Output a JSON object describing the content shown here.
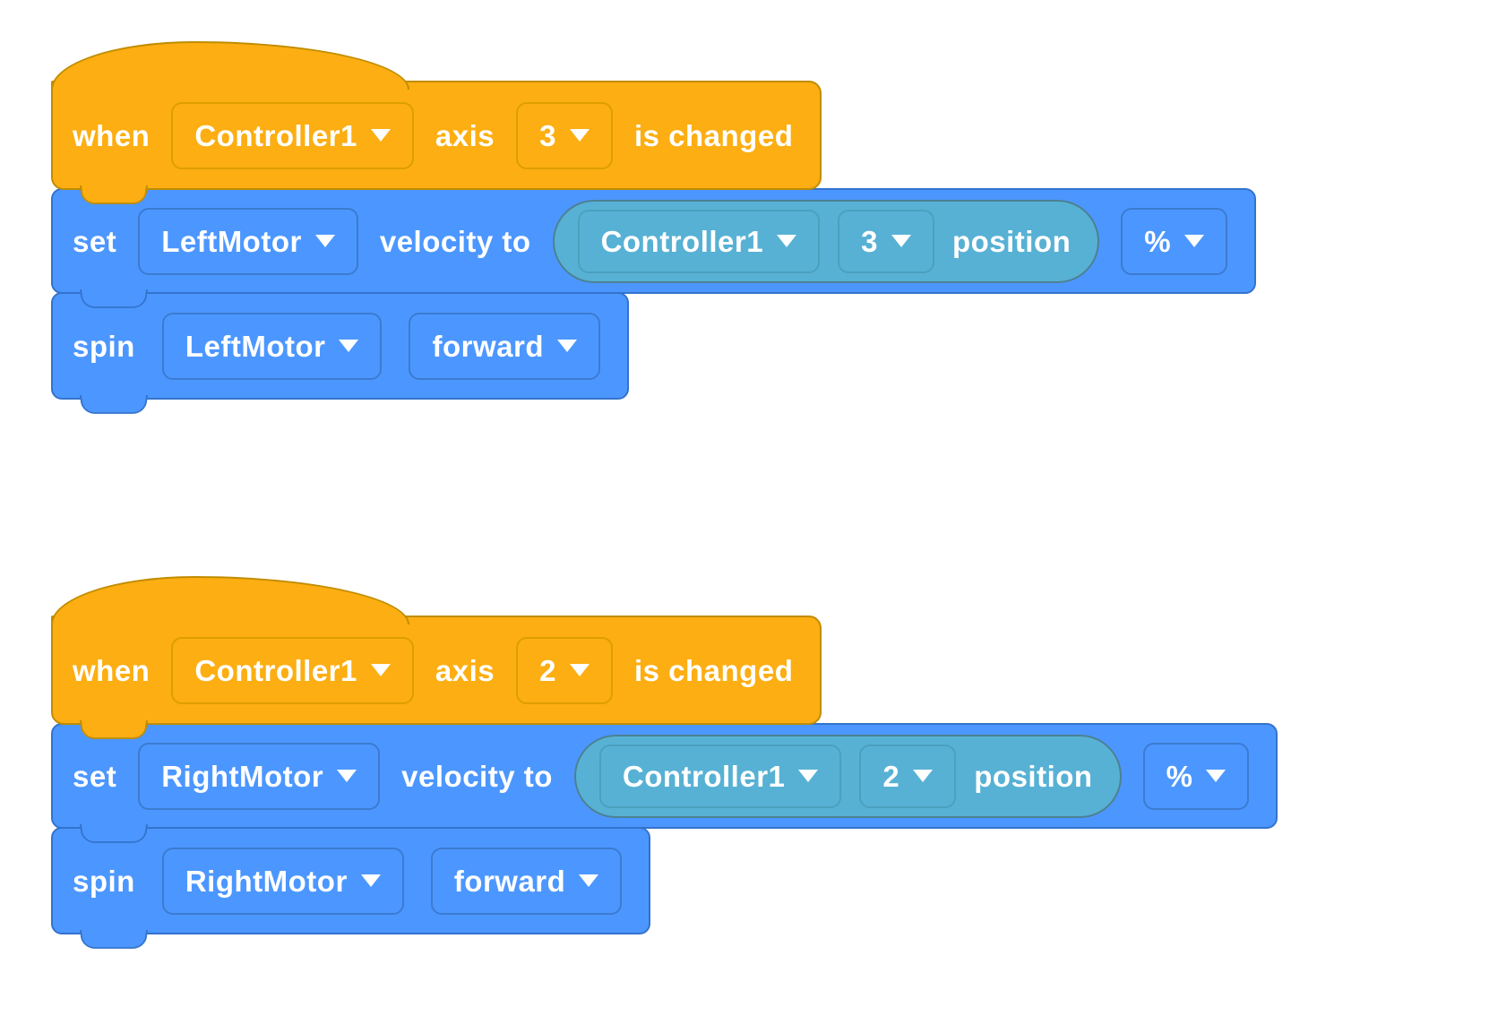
{
  "app_context": "VEXcode-style block programming workspace",
  "colors": {
    "canvas_bg": "#FFFFFF",
    "text": "#FFFFFF",
    "events_fill": "#FCAE12",
    "events_border": "#C18C00",
    "events_field_border": "#DE9E00",
    "motion_fill": "#4C97FF",
    "motion_border": "#3373CC",
    "motion_field_border": "#3C7BD0",
    "sensing_fill": "#57B1D4",
    "sensing_border": "#4C8193",
    "sensing_field_border": "#4BA0BF"
  },
  "stacks": [
    {
      "hat": {
        "when_label": "when",
        "controller": "Controller1",
        "axis_label": "axis",
        "axis_value": "3",
        "changed_label": "is changed"
      },
      "set": {
        "set_label": "set",
        "motor": "LeftMotor",
        "velocity_label": "velocity to",
        "reporter": {
          "controller": "Controller1",
          "axis_value": "3",
          "position_label": "position"
        },
        "unit": "%"
      },
      "spin": {
        "spin_label": "spin",
        "motor": "LeftMotor",
        "direction": "forward"
      }
    },
    {
      "hat": {
        "when_label": "when",
        "controller": "Controller1",
        "axis_label": "axis",
        "axis_value": "2",
        "changed_label": "is changed"
      },
      "set": {
        "set_label": "set",
        "motor": "RightMotor",
        "velocity_label": "velocity to",
        "reporter": {
          "controller": "Controller1",
          "axis_value": "2",
          "position_label": "position"
        },
        "unit": "%"
      },
      "spin": {
        "spin_label": "spin",
        "motor": "RightMotor",
        "direction": "forward"
      }
    }
  ]
}
